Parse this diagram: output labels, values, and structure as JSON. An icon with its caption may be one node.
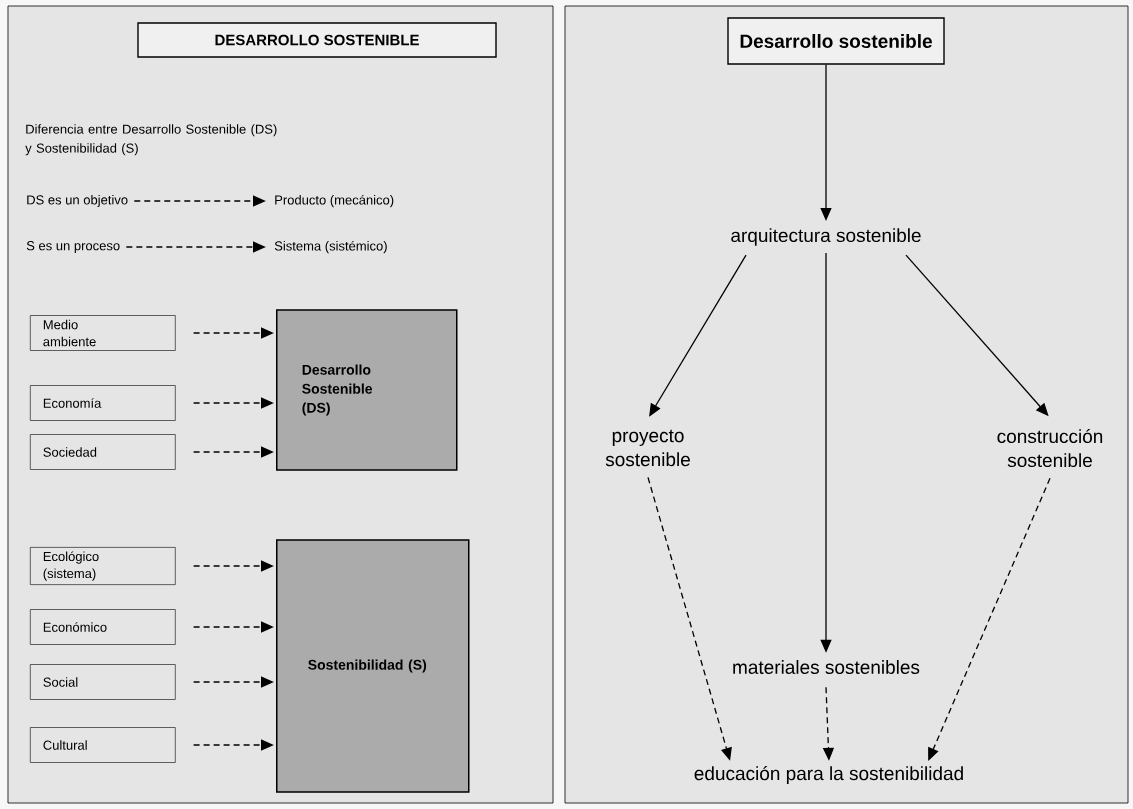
{
  "diagram": {
    "nodes": [
      {
        "text": [
          "DESARROLLO SOSTENIBLE"
        ]
      },
      {
        "text": [
          "DS es un objetivo"
        ]
      },
      {
        "text": [
          "Producto (mecánico)"
        ]
      },
      {
        "text": [
          "S es un proceso"
        ]
      },
      {
        "text": [
          "Sistema (sistémico)"
        ]
      },
      {
        "text": [
          "Medio ambiente"
        ]
      },
      {
        "text": [
          "Desarrollo Sostenible (DS)"
        ]
      },
      {
        "text": [
          "Economía"
        ]
      },
      {
        "text": [
          "Sociedad"
        ]
      },
      {
        "text": [
          "Ecológico (sistema)"
        ]
      },
      {
        "text": [
          "Económico"
        ]
      },
      {
        "text": [
          "Sostenibilidad (S)"
        ]
      },
      {
        "text": [
          "Social"
        ]
      },
      {
        "text": [
          "Cultural"
        ]
      },
      {
        "text": [
          "Desarrollo sostenible"
        ]
      },
      {
        "text": [
          "arquitectura sostenible"
        ]
      },
      {
        "text": [
          "proyecto sostenible"
        ]
      },
      {
        "text": [
          "construcción sostenible"
        ]
      },
      {
        "text": [
          "materiales sostenibles"
        ]
      },
      {
        "text": [
          "educación para la sostenibilidad"
        ]
      }
    ],
    "edges": [
      {
        "from": 1,
        "to": 2,
        "arrow": "to",
        "style": "dashed"
      },
      {
        "from": 3,
        "to": 4,
        "arrow": "to",
        "style": "dashed"
      },
      {
        "from": 5,
        "to": 6,
        "arrow": "to",
        "style": "dashed"
      },
      {
        "from": 7,
        "to": 6,
        "arrow": "to",
        "style": "dashed"
      },
      {
        "from": 8,
        "to": 6,
        "arrow": "to",
        "style": "dashed"
      },
      {
        "from": 9,
        "to": 11,
        "arrow": "to",
        "style": "dashed"
      },
      {
        "from": 10,
        "to": 11,
        "arrow": "to",
        "style": "dashed"
      },
      {
        "from": 12,
        "to": 11,
        "arrow": "to",
        "style": "dashed"
      },
      {
        "from": 13,
        "to": 11,
        "arrow": "to",
        "style": "dashed"
      },
      {
        "from": 14,
        "to": 15,
        "arrow": "to"
      },
      {
        "from": 15,
        "to": 16,
        "arrow": "to"
      },
      {
        "from": 15,
        "to": 18,
        "arrow": "to"
      },
      {
        "from": 15,
        "to": 17,
        "arrow": "to"
      },
      {
        "from": 16,
        "to": 19,
        "arrow": "to",
        "style": "dashed"
      },
      {
        "from": 18,
        "to": 19,
        "arrow": "to",
        "style": "dashed"
      },
      {
        "from": 17,
        "to": 19,
        "arrow": "to",
        "style": "dashed"
      }
    ],
    "labels": [
      "Diferencia entre Desarrollo Sostenible (DS) y Sostenibilidad (S)"
    ]
  }
}
